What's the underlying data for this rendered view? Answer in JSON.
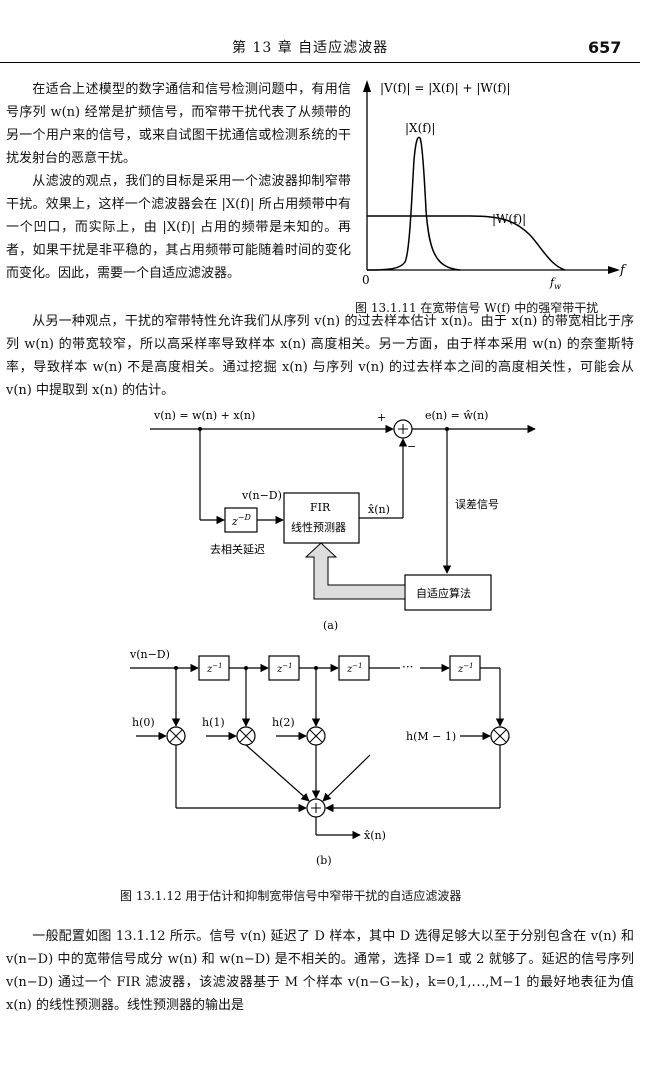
{
  "header": {
    "chapter": "第 13 章    自适应滤波器",
    "page_number": "657"
  },
  "paragraphs": [
    "在适合上述模型的数字通信和信号检测问题中，有用信号序列 w(n) 经常是扩频信号，而窄带干扰代表了从频带的另一个用户来的信号，或来自试图干扰通信或检测系统的干扰发射台的恶意干扰。",
    "从滤波的观点，我们的目标是采用一个滤波器抑制窄带干扰。效果上，这样一个滤波器会在 |X(f)| 所占用频带中有一个凹口，而实际上，由 |X(f)| 占用的频带是未知的。再者，如果干扰是非平稳的，其占用频带可能随着时间的变化而变化。因此，需要一个自适应滤波器。",
    "从另一种观点，干扰的窄带特性允许我们从序列 v(n) 的过去样本估计 x(n)。由于 x(n) 的带宽相比于序列 w(n) 的带宽较窄，所以高采样率导致样本 x(n) 高度相关。另一方面，由于样本采用 w(n) 的奈奎斯特率，导致样本 w(n) 不是高度相关。通过挖掘 x(n) 与序列 v(n) 的过去样本之间的高度相关性，可能会从 v(n) 中提取到 x(n) 的估计。",
    "一般配置如图 13.1.12 所示。信号 v(n) 延迟了 D 样本，其中 D 选得足够大以至于分别包含在 v(n) 和 v(n−D) 中的宽带信号成分 w(n) 和 w(n−D) 是不相关的。通常，选择 D=1 或 2 就够了。延迟的信号序列 v(n−D) 通过一个 FIR 滤波器，该滤波器基于 M 个样本 v(n−G−k)，k=0,1,⋯,M−1 的最好地表征为值 x(n) 的线性预测器。线性预测器的输出是"
  ],
  "figure_11": {
    "caption": "图 13.1.11    在宽带信号 W(f) 中的强窄带干扰",
    "label_top": "|V(f)| = |X(f)| + |W(f)|",
    "label_x": "|X(f)|",
    "label_w": "|W(f)|",
    "axis_f": "f",
    "axis_origin": "0",
    "axis_fw": "f_w"
  },
  "figure_12a": {
    "sub_label": "(a)",
    "input": "v(n) = w(n) + x(n)",
    "output": "e(n) = ŵ(n)",
    "plus": "+",
    "minus": "−",
    "delay_box": "z^{-D}",
    "delay_label": "去相关延迟",
    "delayed_signal": "v(n−D)",
    "fir_line1": "FIR",
    "fir_line2": "线性预测器",
    "estimate": "x̂(n)",
    "error_label": "误差信号",
    "adapt_box": "自适应算法"
  },
  "figure_12b": {
    "sub_label": "(b)",
    "input": "v(n−D)",
    "delay": "z⁻¹",
    "dots": "···",
    "taps": [
      "h(0)",
      "h(1)",
      "h(2)",
      "h(M − 1)"
    ],
    "output": "x̂(n)"
  },
  "caption_12": "图 13.1.12    用于估计和抑制宽带信号中窄带干扰的自适应滤波器"
}
